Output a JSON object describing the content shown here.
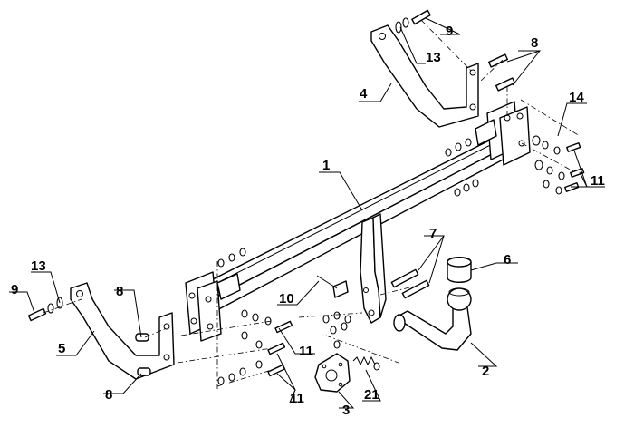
{
  "callouts": {
    "c1": "1",
    "c2": "2",
    "c3": "3",
    "c4": "4",
    "c5": "5",
    "c6": "6",
    "c7": "7",
    "c8a": "8",
    "c8b": "8",
    "c8c": "8",
    "c9a": "9",
    "c9b": "9",
    "c10": "10",
    "c11a": "11",
    "c11b": "11",
    "c11c": "11",
    "c13a": "13",
    "c13b": "13",
    "c14": "14",
    "c21": "21"
  }
}
